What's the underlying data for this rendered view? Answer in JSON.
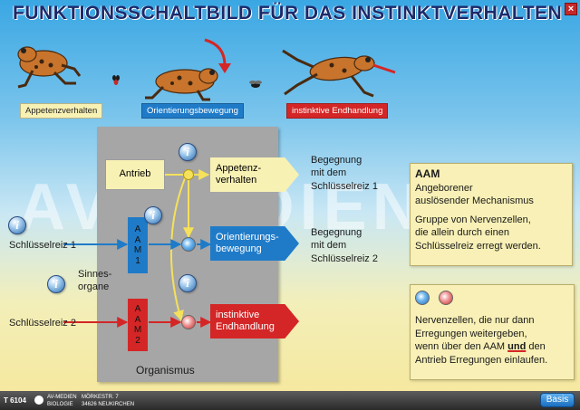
{
  "title": "FUNKTIONSSCHALTBILD FÜR DAS INSTINKTVERHALTEN",
  "phases": {
    "appetenz": "Appetenzverhalten",
    "orientierung": "Orientierungsbewegung",
    "endhandlung": "instinktive Endhandlung"
  },
  "diagram": {
    "antrieb": "Antrieb",
    "appetenz_box": [
      "Appetenz-",
      "verhalten"
    ],
    "orientierung_box": [
      "Orientierungs-",
      "bewegung"
    ],
    "endhandlung_box": [
      "instinktive",
      "Endhandlung"
    ],
    "aam_letters": [
      "A",
      "A",
      "M"
    ],
    "aam1_num": "1",
    "aam2_num": "2",
    "schluessel1": "Schlüsselreiz 1",
    "schluessel2": "Schlüsselreiz 2",
    "sinnesorgane": [
      "Sinnes-",
      "organe"
    ],
    "begegnung1": [
      "Begegnung",
      "mit dem",
      "Schlüsselreiz 1"
    ],
    "begegnung2": [
      "Begegnung",
      "mit dem",
      "Schlüsselreiz 2"
    ],
    "organismus": "Organismus",
    "info_glyph": "i"
  },
  "aam_box": {
    "heading": "AAM",
    "line1": "Angeborener",
    "line2": "auslösender Mechanismus",
    "p2_l1": "Gruppe von Nervenzellen,",
    "p2_l2": "die allein durch einen",
    "p2_l3": "Schlüsselreiz erregt werden."
  },
  "nerve_box": {
    "l1": "Nervenzellen, die nur dann",
    "l2": "Erregungen weitergeben,",
    "l3_a": "wenn über den AAM ",
    "l3_b": "und",
    "l3_c": " den",
    "l4": "Antrieb Erregungen einlaufen."
  },
  "watermark": "AV-MEDIEN",
  "footer": {
    "code": "T 6104",
    "publisher": "AV-MEDIEN",
    "subject": "BIOLOGIE",
    "street": "MÖRKESTR. 7",
    "city": "34626 NEUKIRCHEN",
    "basis": "Basis"
  },
  "colors": {
    "appetenz": "#f8f1b4",
    "orientierung": "#1f7bc8",
    "endhandlung": "#d42626"
  },
  "icons": [
    "close-icon",
    "info-icon",
    "frog-icon",
    "fly-icon",
    "nerve-cell-blue-icon",
    "nerve-cell-red-icon",
    "curved-arrow-icon"
  ]
}
